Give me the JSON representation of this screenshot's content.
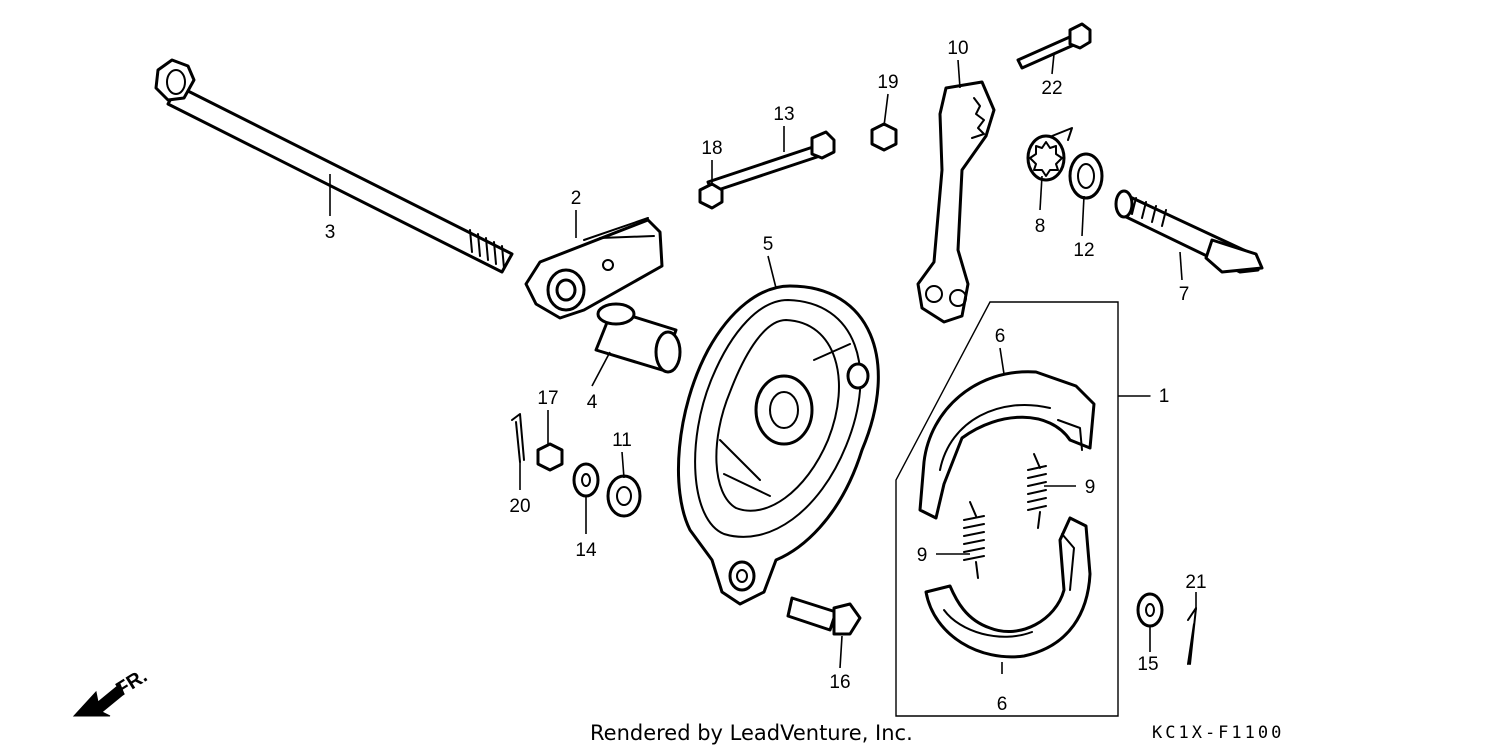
{
  "diagram": {
    "callouts": {
      "c1": "1",
      "c2": "2",
      "c3": "3",
      "c4": "4",
      "c5": "5",
      "c6a": "6",
      "c6b": "6",
      "c7": "7",
      "c8": "8",
      "c9a": "9",
      "c9b": "9",
      "c10": "10",
      "c11": "11",
      "c12": "12",
      "c13": "13",
      "c14": "14",
      "c15": "15",
      "c16": "16",
      "c17": "17",
      "c18": "18",
      "c19": "19",
      "c20": "20",
      "c21": "21",
      "c22": "22"
    },
    "direction_label": "FR.",
    "footer_credit": "Rendered by LeadVenture, Inc.",
    "diagram_code": "KC1X-F1100"
  }
}
